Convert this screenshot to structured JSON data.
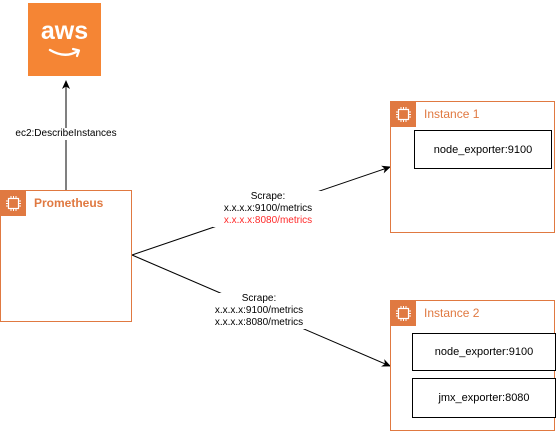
{
  "colors": {
    "aws_orange": "#f58534",
    "group_border": "#e07941",
    "highlight_red": "#ff2a2a",
    "line": "#000000"
  },
  "aws": {
    "wordmark": "aws",
    "icon": "aws-smile-logo"
  },
  "describe_label": "ec2:DescribeInstances",
  "prometheus": {
    "title": "Prometheus",
    "icon": "ec2-chip-icon"
  },
  "instance1": {
    "title": "Instance 1",
    "icon": "ec2-chip-icon",
    "exporters": [
      "node_exporter:9100"
    ]
  },
  "instance2": {
    "title": "Instance 2",
    "icon": "ec2-chip-icon",
    "exporters": [
      "node_exporter:9100",
      "jmx_exporter:8080"
    ]
  },
  "scrape1": {
    "heading": "Scrape:",
    "line1": "x.x.x.x:9100/metrics",
    "line2": "x.x.x.x:8080/metrics"
  },
  "scrape2": {
    "heading": "Scrape:",
    "line1": "x.x.x.x:9100/metrics",
    "line2": "x.x.x.x:8080/metrics"
  }
}
